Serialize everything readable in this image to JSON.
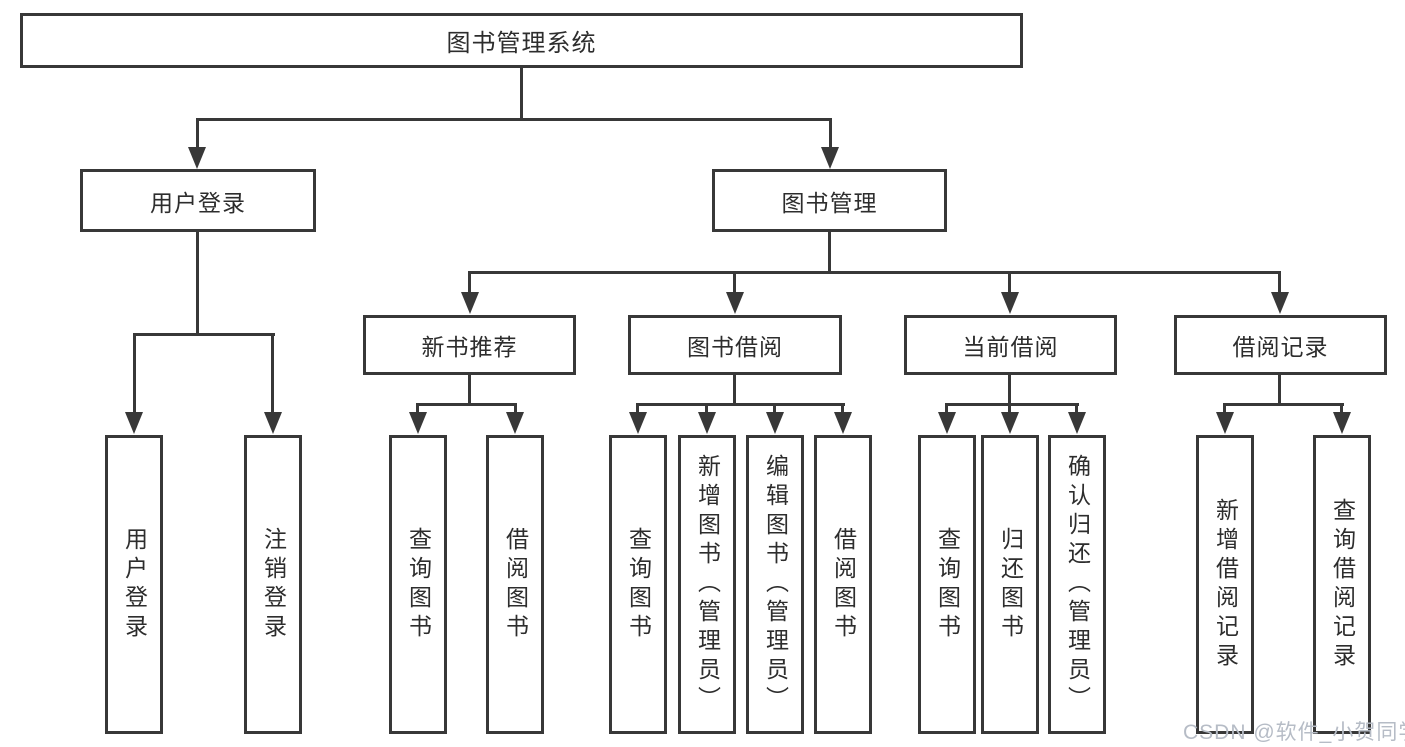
{
  "diagram": {
    "root": "图书管理系统",
    "level1": [
      "用户登录",
      "图书管理"
    ],
    "level2": [
      "新书推荐",
      "图书借阅",
      "当前借阅",
      "借阅记录"
    ],
    "leaves": {
      "user_login": [
        "用户登录",
        "注销登录"
      ],
      "new_book": [
        "查询图书",
        "借阅图书"
      ],
      "book_borrow": [
        "查询图书",
        "新增图书（管理员）",
        "编辑图书（管理员）",
        "借阅图书"
      ],
      "current_borrow": [
        "查询图书",
        "归还图书",
        "确认归还（管理员）"
      ],
      "borrow_records": [
        "新增借阅记录",
        "查询借阅记录"
      ]
    }
  },
  "watermark": {
    "text": "CSDN @软件_小贺同学"
  },
  "colors": {
    "line": "#383838",
    "box_border": "#383838",
    "text": "#2d2d2d",
    "background": "#ffffff",
    "watermark": "#b6bcc6"
  }
}
